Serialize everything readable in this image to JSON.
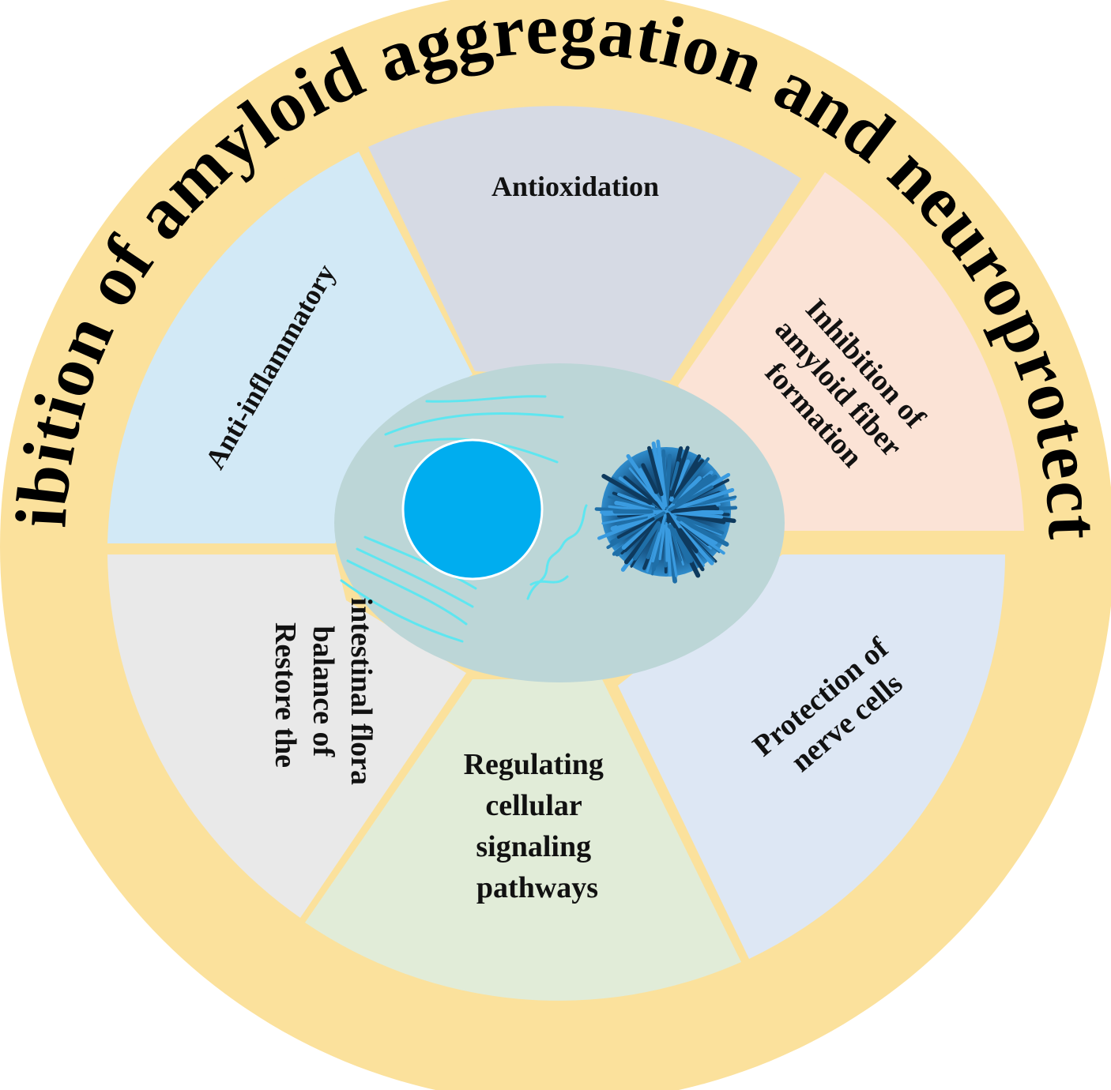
{
  "title": "Inhibition of amyloid aggregation and neuroprotection",
  "segments": {
    "antioxidation": {
      "lines": [
        "Antioxidation"
      ],
      "color": "#d6dae4"
    },
    "amyloid_fiber": {
      "lines": [
        "Inhibition of",
        "amyloid fiber",
        "formation"
      ],
      "color": "#fbe3d6"
    },
    "nerve_cells": {
      "lines": [
        "Protection of",
        "nerve cells"
      ],
      "color": "#dde7f4"
    },
    "signaling": {
      "lines": [
        "Regulating",
        "cellular",
        "signaling",
        "pathways"
      ],
      "color": "#e1ecd8"
    },
    "intestinal": {
      "lines": [
        "Restore the",
        "balance of",
        "intestinal flora"
      ],
      "color": "#e9e9e9"
    },
    "anti_inflammatory": {
      "lines": [
        "Anti-inflammatory"
      ],
      "color": "#d2e9f6"
    }
  },
  "colors": {
    "ring": "#fbe19c",
    "cell_body": "#bcd6d7",
    "nucleus": "#00adef",
    "fibrils": "#5ee6f0",
    "nanoparticle": "#1f6fa8"
  }
}
